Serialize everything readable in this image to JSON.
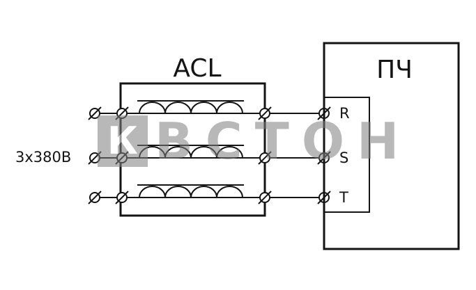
{
  "diagram": {
    "supply_label": "3x380В",
    "reactor_label": "ACL",
    "drive_label": "ПЧ",
    "phase_terminals": [
      {
        "label": "R"
      },
      {
        "label": "S"
      },
      {
        "label": "T"
      }
    ]
  },
  "watermark": {
    "logo_letter": "К",
    "text": "ВСТОН"
  },
  "colors": {
    "line": "#141414",
    "watermark_gray": "#7f7f7f",
    "background": "#ffffff"
  }
}
